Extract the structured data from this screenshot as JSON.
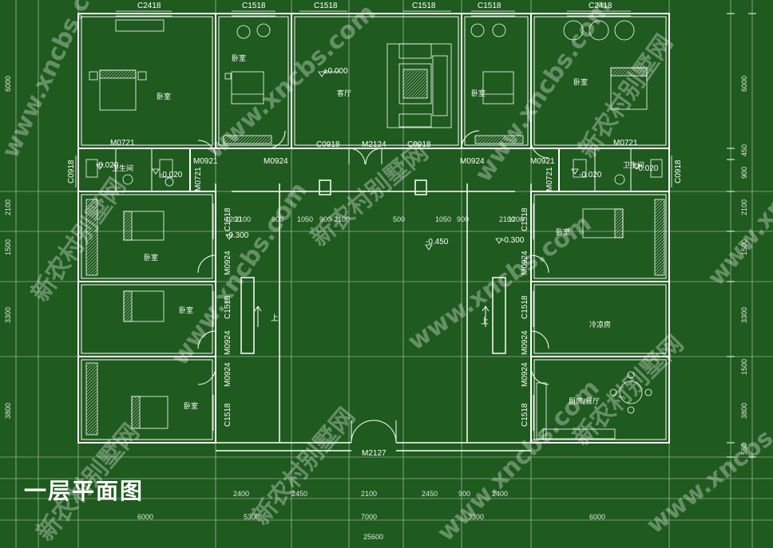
{
  "title": "一层平面图",
  "rooms": {
    "bedroom": "卧室",
    "living_room": "客厅",
    "bathroom": "卫生间",
    "storage": "冷凉房",
    "kitchen_dining": "厨房/餐厅"
  },
  "windows": {
    "c2418": "C2418",
    "c1518": "C1518",
    "c0918": "C0918"
  },
  "doors": {
    "m0721": "M0721",
    "m0921": "M0921",
    "m0924": "M0924",
    "m2124": "M2124",
    "m2127": "M2127"
  },
  "levels": {
    "living": "±0.000",
    "bath": "-0.020",
    "corridor": "-0.300",
    "yard": "-0.450"
  },
  "arrow_label": "上",
  "dims_top_row": [
    "1200",
    "2100",
    "900",
    "1050",
    "900",
    "2100",
    "500",
    "1050",
    "900",
    "2100",
    "1200"
  ],
  "dims_bottom_row1": [
    "2400",
    "2450",
    "2100",
    "2450",
    "900",
    "2400"
  ],
  "dims_bottom_row2": [
    "6000",
    "5300",
    "7000",
    "3300",
    "6000"
  ],
  "dims_total": "25600",
  "dims_right": [
    "6000",
    "450",
    "900",
    "2100",
    "1500",
    "3300",
    "1500",
    "3800",
    "550"
  ],
  "dims_left": [
    "6000",
    "2100",
    "1500",
    "3300",
    "3800"
  ],
  "watermark_url": "www.xncbs.com",
  "watermark_cn": "新农村别墅网",
  "colors": {
    "background": "#1f5a1f",
    "lines": "#ffffff"
  }
}
